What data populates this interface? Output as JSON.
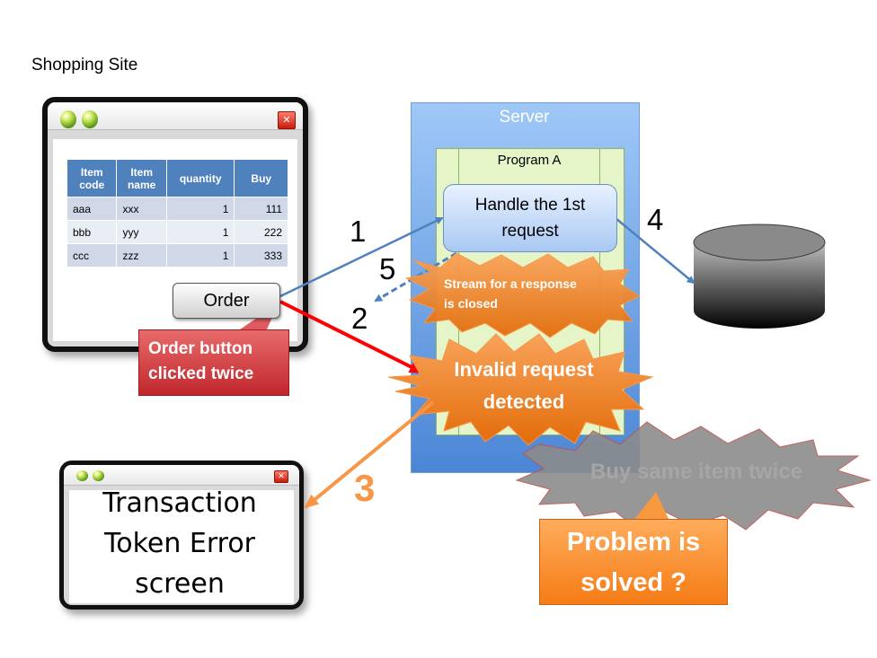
{
  "site_title": "Shopping Site",
  "table": {
    "headers": [
      "Item code",
      "Item name",
      "quantity",
      "Buy"
    ],
    "rows": [
      [
        "aaa",
        "xxx",
        "1",
        "111"
      ],
      [
        "bbb",
        "yyy",
        "1",
        "222"
      ],
      [
        "ccc",
        "zzz",
        "1",
        "333"
      ]
    ]
  },
  "order_button": "Order",
  "order_callout": {
    "line1": "Order button",
    "line2": "clicked twice"
  },
  "server": {
    "title": "Server",
    "program": "Program A",
    "handler": {
      "line1": "Handle the 1st",
      "line2": "request"
    },
    "stream_closed": {
      "line1": "Stream for a response",
      "line2": "is closed"
    },
    "invalid": {
      "line1": "Invalid request",
      "line2": "detected"
    }
  },
  "steps": {
    "one": "1",
    "two": "2",
    "three": "3",
    "four": "4",
    "five": "5"
  },
  "error_screen": {
    "line1": "Transaction",
    "line2": "Token Error",
    "line3": "screen"
  },
  "buy_twice": "Buy same item twice",
  "problem": {
    "line1": "Problem is",
    "line2": "solved ?"
  },
  "colors": {
    "arrow_blue": "#4f81bd",
    "arrow_red": "#ff0000",
    "arrow_orange": "#f79646",
    "burst_orange": "#f79646",
    "burst_gray": "#8c8c8c"
  }
}
